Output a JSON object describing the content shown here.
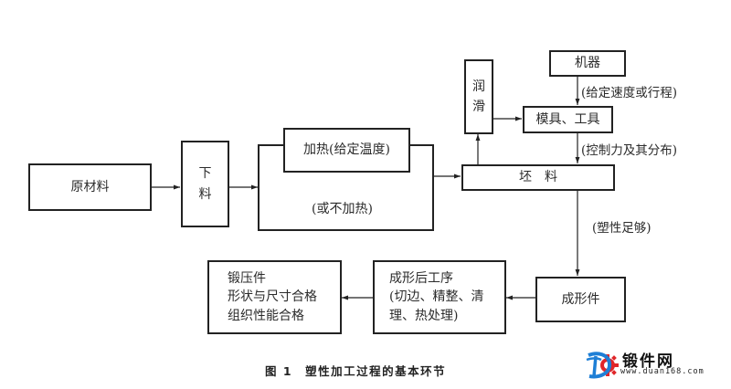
{
  "diagram": {
    "nodes": {
      "raw_material": "原材料",
      "blanking": [
        "下",
        "料"
      ],
      "heating": "加热(给定温度)",
      "no_heating": "(或不加热)",
      "billet": "坯　料",
      "lubrication": [
        "润",
        "滑"
      ],
      "machine": "机器",
      "die_tool": "模具、工具",
      "formed_part": "成形件",
      "post_process": [
        "成形后工序",
        "(切边、精整、清",
        "理、热处理)"
      ],
      "forging": [
        "锻压件",
        "形状与尺寸合格",
        "组织性能合格"
      ]
    },
    "edge_labels": {
      "machine_to_die": "(给定速度或行程)",
      "die_to_billet": "(控制力及其分布)",
      "billet_to_formed": "(塑性足够)"
    },
    "colors": {
      "line": "#222222",
      "logo_blue": "#1e7fd6",
      "logo_red": "#e0262a"
    }
  },
  "caption": {
    "figure_no": "图 1",
    "title": "塑性加工过程的基本环节"
  },
  "watermark": {
    "name": "锻件网",
    "url": "www.duan168.com",
    "icon": "duan168-gear-logo-icon"
  }
}
